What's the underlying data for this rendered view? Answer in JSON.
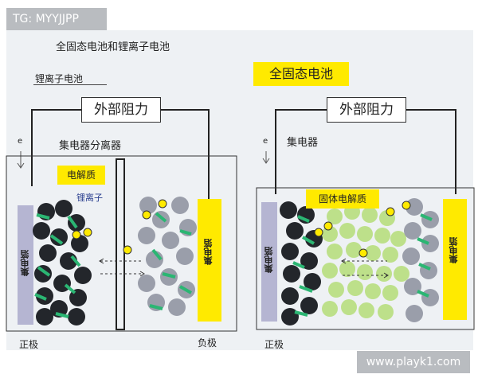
{
  "watermark_top": "TG: MYYJJPP",
  "watermark_bottom": "www.playk1.com",
  "title": "全固态电池和锂离子电池",
  "left": {
    "section_label": "锂离子电池",
    "resistor": "外部阻力",
    "electron_symbol": "e",
    "collector_separator": "集电器分离器",
    "electrolyte": "电解质",
    "lithium_ion": "锂离子",
    "collector_left": "集电箔",
    "collector_right": "集电箔",
    "positive": "正极",
    "negative": "负极"
  },
  "right": {
    "banner": "全固态电池",
    "resistor": "外部阻力",
    "electron_symbol": "e",
    "collector": "集电器",
    "solid_electrolyte": "固体电解质",
    "collector_left": "集电箔",
    "collector_right": "集电箔",
    "positive": "正极"
  },
  "colors": {
    "yellow": "#ffea00",
    "foil_left": "#b5b5d2",
    "black_particle": "#23262b",
    "grey_particle": "#9a9eaa",
    "green_particle": "#bde08a",
    "green_stripe": "#2bb673"
  }
}
